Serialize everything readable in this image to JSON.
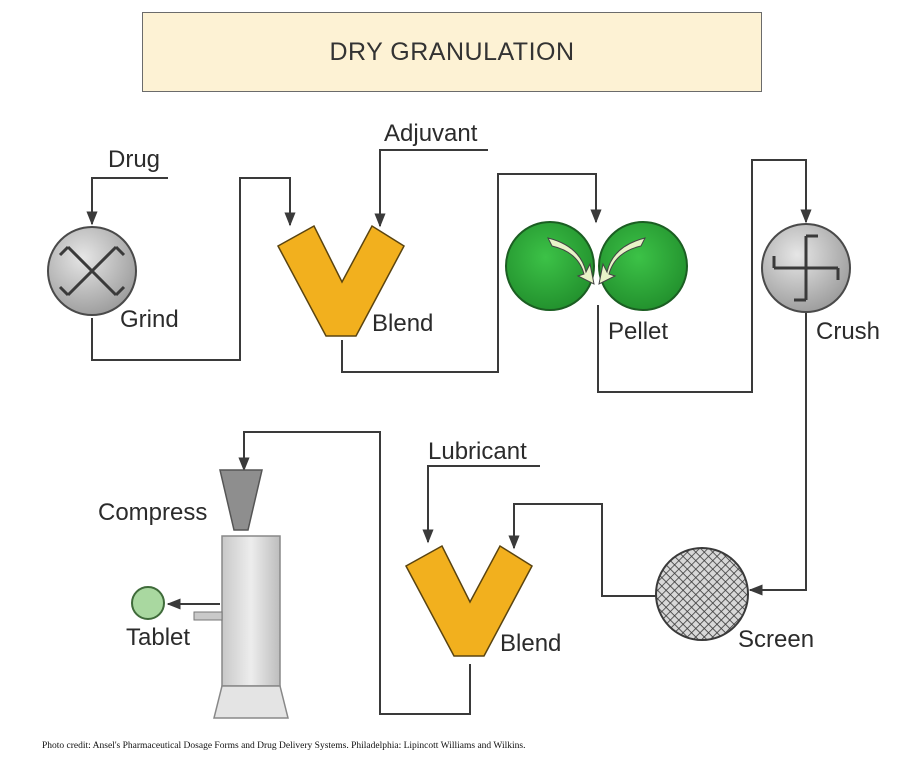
{
  "title": "DRY GRANULATION",
  "labels": {
    "drug": "Drug",
    "grind": "Grind",
    "adjuvant": "Adjuvant",
    "blend1": "Blend",
    "pellet": "Pellet",
    "crush": "Crush",
    "compress": "Compress",
    "tablet": "Tablet",
    "lubricant": "Lubricant",
    "blend2": "Blend",
    "screen": "Screen"
  },
  "credit": "Photo credit: Ansel's Pharmaceutical Dosage Forms and Drug Delivery Systems. Philadelphia: Lipincott Williams and Wilkins.",
  "colors": {
    "blender": "#f2b01e",
    "roller": "#2fa83a",
    "mill": "#b4b4b4",
    "tablet": "#a9d8a0",
    "press": "#d9d9d9",
    "line": "#3a3a3a",
    "title_bg": "#fdf2d4"
  }
}
